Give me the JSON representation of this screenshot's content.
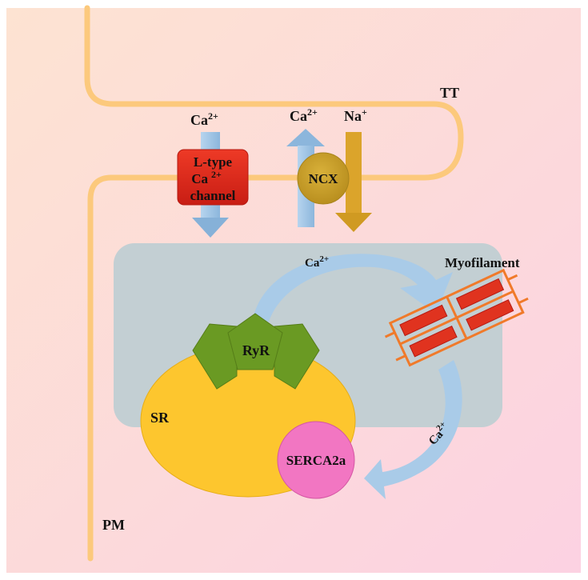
{
  "labels": {
    "tt": "TT",
    "pm": "PM",
    "ca_left": "Ca",
    "ca_left_sup": "2+",
    "ca_ncx": "Ca",
    "ca_ncx_sup": "2+",
    "na": "Na",
    "na_sup": "+",
    "ltype_line1": "L-type",
    "ltype_line2": "Ca",
    "ltype_line2_sup": "2+",
    "ltype_line3": "channel",
    "ncx": "NCX",
    "myofilament": "Myofilament",
    "ca_top": "Ca",
    "ca_top_sup": "2+",
    "ca_right": "Ca",
    "ca_right_sup": "2+",
    "ryr": "RyR",
    "sr": "SR",
    "serca": "SERCA2a"
  },
  "colors": {
    "background_top": "#fde1d3",
    "background_bottom": "#fcd4e0",
    "membrane": "#fcc97c",
    "cytosol_box": "#c3cfd3",
    "sr": "#fdc62e",
    "ryr": "#6a9a23",
    "ltype": "#e0271b",
    "ncx": "#c9a12a",
    "serca": "#f276c2",
    "blue_arrow": "#a5c8e6",
    "gold_arrow": "#dba42b",
    "myofilament_bar": "#e0331f",
    "myofilament_frame": "#f07a2a"
  }
}
